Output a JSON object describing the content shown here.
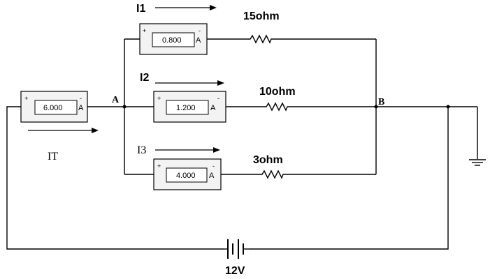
{
  "labels": {
    "i1": "I1",
    "i2": "I2",
    "i3": "I3",
    "it": "IT",
    "node_a": "A",
    "node_b": "B",
    "battery": "12V"
  },
  "resistors": {
    "r1": "15ohm",
    "r2": "10ohm",
    "r3": "3ohm"
  },
  "meters": {
    "total": {
      "value": "6.000",
      "unit": "A",
      "plus": "+",
      "minus": "-"
    },
    "m1": {
      "value": "0.800",
      "unit": "A",
      "plus": "+",
      "minus": "-"
    },
    "m2": {
      "value": "1.200",
      "unit": "A",
      "plus": "+",
      "minus": "-"
    },
    "m3": {
      "value": "4.000",
      "unit": "A",
      "plus": "+",
      "minus": "-"
    }
  }
}
